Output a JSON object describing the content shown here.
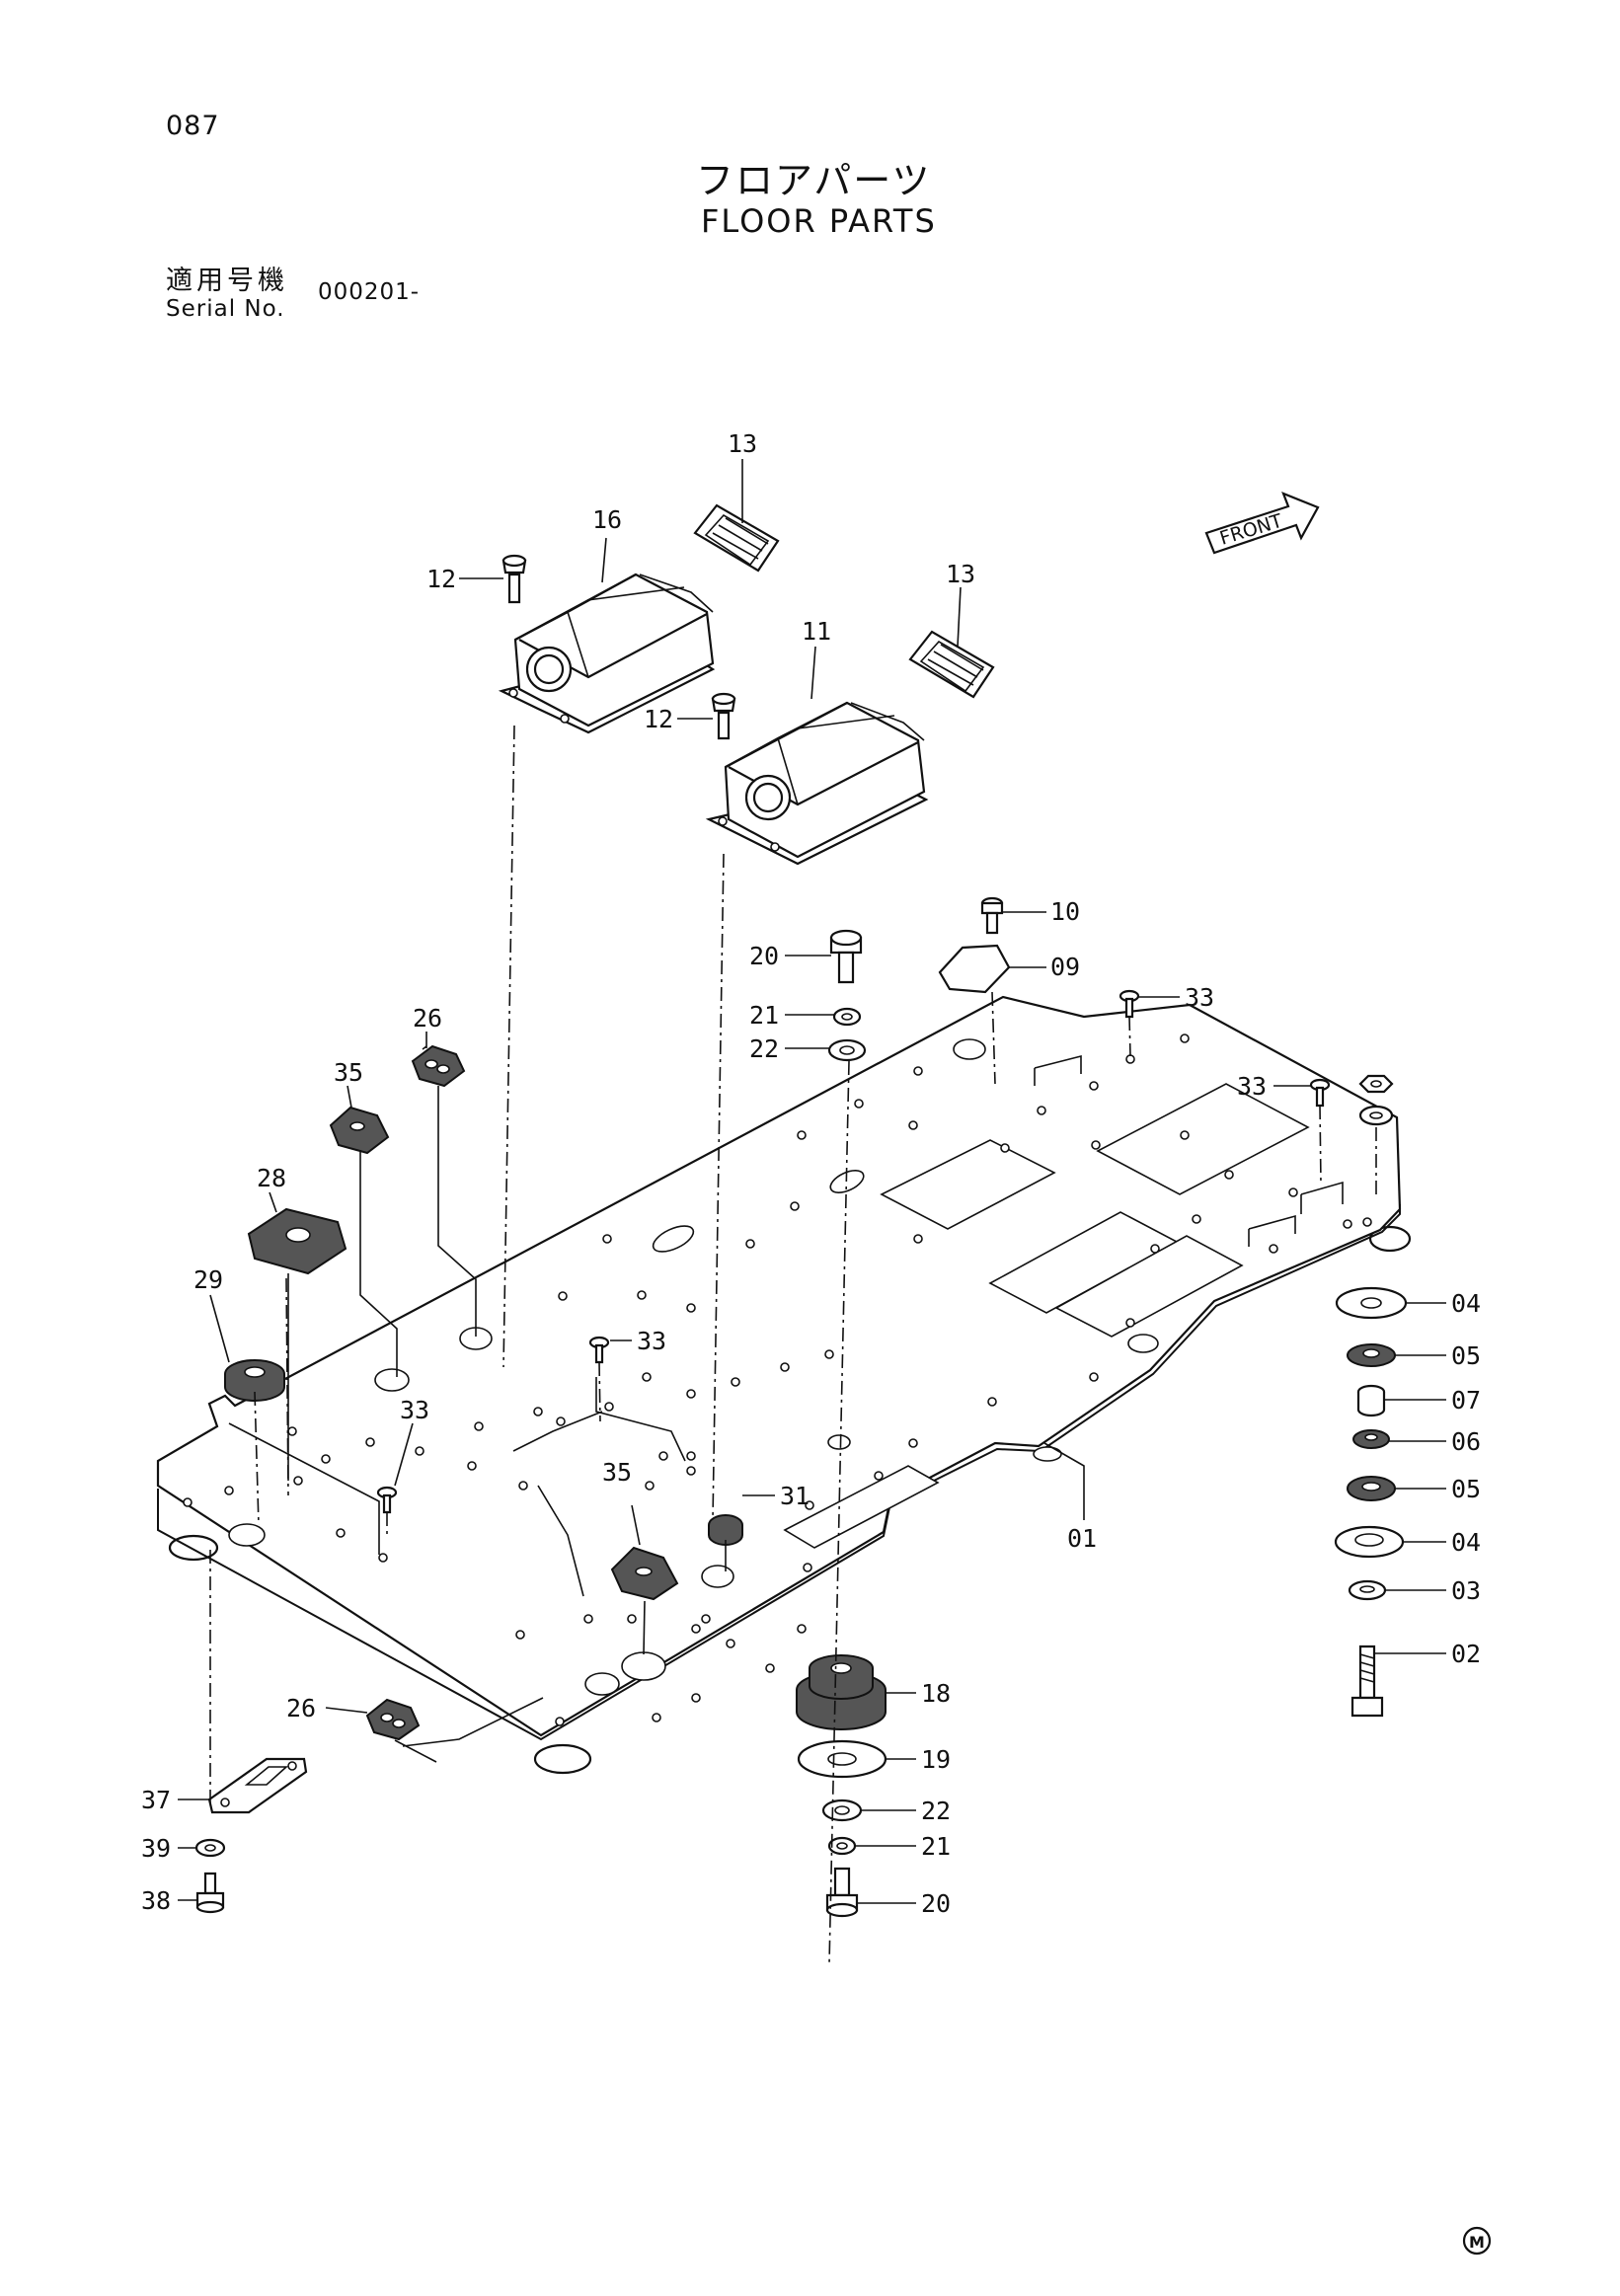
{
  "header": {
    "page_number": "087",
    "title_jp": "フロアパーツ",
    "title_en": "FLOOR PARTS",
    "serial_label_jp": "適用号機",
    "serial_label_en": "Serial No.",
    "serial_value": "000201-"
  },
  "front_indicator": "FRONT",
  "mark": "M",
  "callouts": {
    "c13a": "13",
    "c16": "16",
    "c12a": "12",
    "c13b": "13",
    "c11": "11",
    "c12b": "12",
    "c10": "10",
    "c09": "09",
    "c20a": "20",
    "c21a": "21",
    "c22a": "22",
    "c33a": "33",
    "c33b": "33",
    "c26a": "26",
    "c35a": "35",
    "c28": "28",
    "c29": "29",
    "c33c": "33",
    "c33d": "33",
    "c35b": "35",
    "c31": "31",
    "c01": "01",
    "c04a": "04",
    "c05a": "05",
    "c07": "07",
    "c06": "06",
    "c05b": "05",
    "c04b": "04",
    "c03": "03",
    "c02": "02",
    "c18": "18",
    "c19": "19",
    "c22b": "22",
    "c21b": "21",
    "c20b": "20",
    "c26b": "26",
    "c37": "37",
    "c39": "39",
    "c38": "38"
  }
}
